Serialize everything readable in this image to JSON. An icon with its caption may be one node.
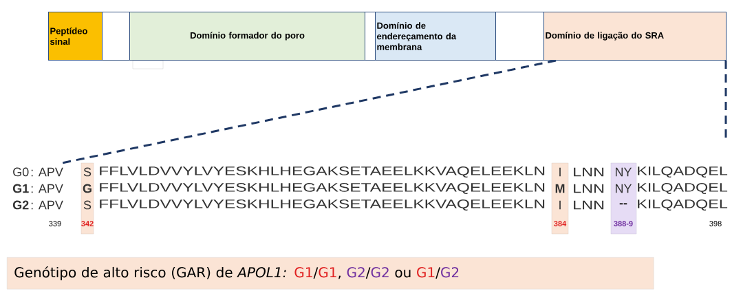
{
  "diagram": {
    "nodes": [
      {
        "text": [
          "Peptídeo sinal"
        ]
      },
      {
        "text": [],
        "shape": "box"
      },
      {
        "text": [
          "Domínio formador do poro"
        ]
      },
      {
        "text": [],
        "shape": "box"
      },
      {
        "text": [
          "Domínio de endereçamento da membrana"
        ]
      },
      {
        "text": [],
        "shape": "box"
      },
      {
        "text": [
          "Domínio de ligação do SRA"
        ]
      },
      {
        "text": [
          "Genótipo de alto risco (GAR) de *APOL1:*",
          "G1",
          "/",
          "G1",
          ",",
          "G2",
          "/",
          "G2",
          "ou",
          "G1",
          "/",
          "G2"
        ]
      }
    ],
    "edges": [],
    "labels": [
      "G0",
      ": APV",
      "S",
      "FFLVLDVVYLVYESKHLHEGAKSETAEELKKVAQELEEKLN",
      "I",
      "LNN",
      "NY",
      "KILQADQEL",
      "G1",
      ": APV",
      "G",
      "FFLVLDVVYLVYESKHLHEGAKSETAEELKKVAQELEEKLN",
      "M",
      "LNN",
      "NY",
      "KILQADQEL",
      "G2",
      ": APV",
      "S",
      "FFLVLDVVYLVYESKHLHEGAKSETAEELKKVAQELEEKLN",
      "I",
      "LNN",
      "--",
      "KILQADQEL",
      "339",
      "342",
      "384",
      "388-9",
      "398"
    ]
  }
}
